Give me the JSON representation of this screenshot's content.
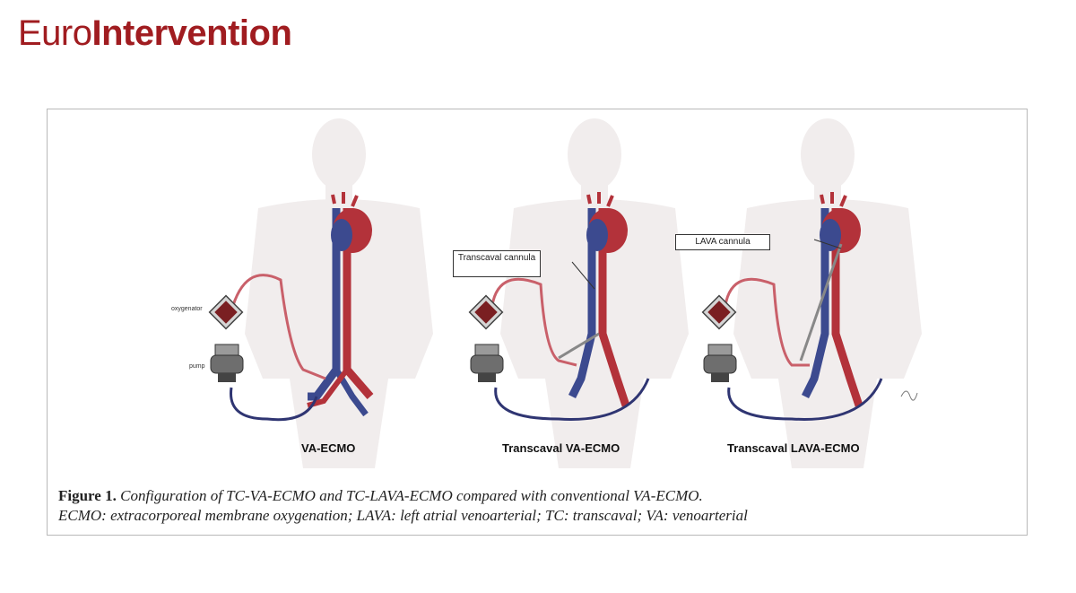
{
  "header": {
    "logo_part1": "Euro",
    "logo_part2": "Intervention"
  },
  "figure": {
    "panels": [
      {
        "label": "VA-ECMO",
        "callout": "",
        "oxygenator_label": "oxygenator",
        "pump_label": "pump"
      },
      {
        "label": "Transcaval VA-ECMO",
        "callout": "Transcaval cannula"
      },
      {
        "label": "Transcaval LAVA-ECMO",
        "callout": "LAVA cannula"
      }
    ],
    "caption": {
      "number": "Figure 1.",
      "title": "Configuration of TC-VA-ECMO and TC-LAVA-ECMO compared with conventional VA-ECMO.",
      "abbreviations": "ECMO: extracorporeal membrane oxygenation; LAVA: left atrial venoarterial; TC: transcaval; VA: venoarterial"
    }
  },
  "colors": {
    "brand": "#a01c20",
    "artery": "#b3323a",
    "vein": "#3c4a8f",
    "tubing_oxygenated": "#c9606a",
    "tubing_venous": "#2f3572",
    "body_silhouette": "#f1eded"
  }
}
